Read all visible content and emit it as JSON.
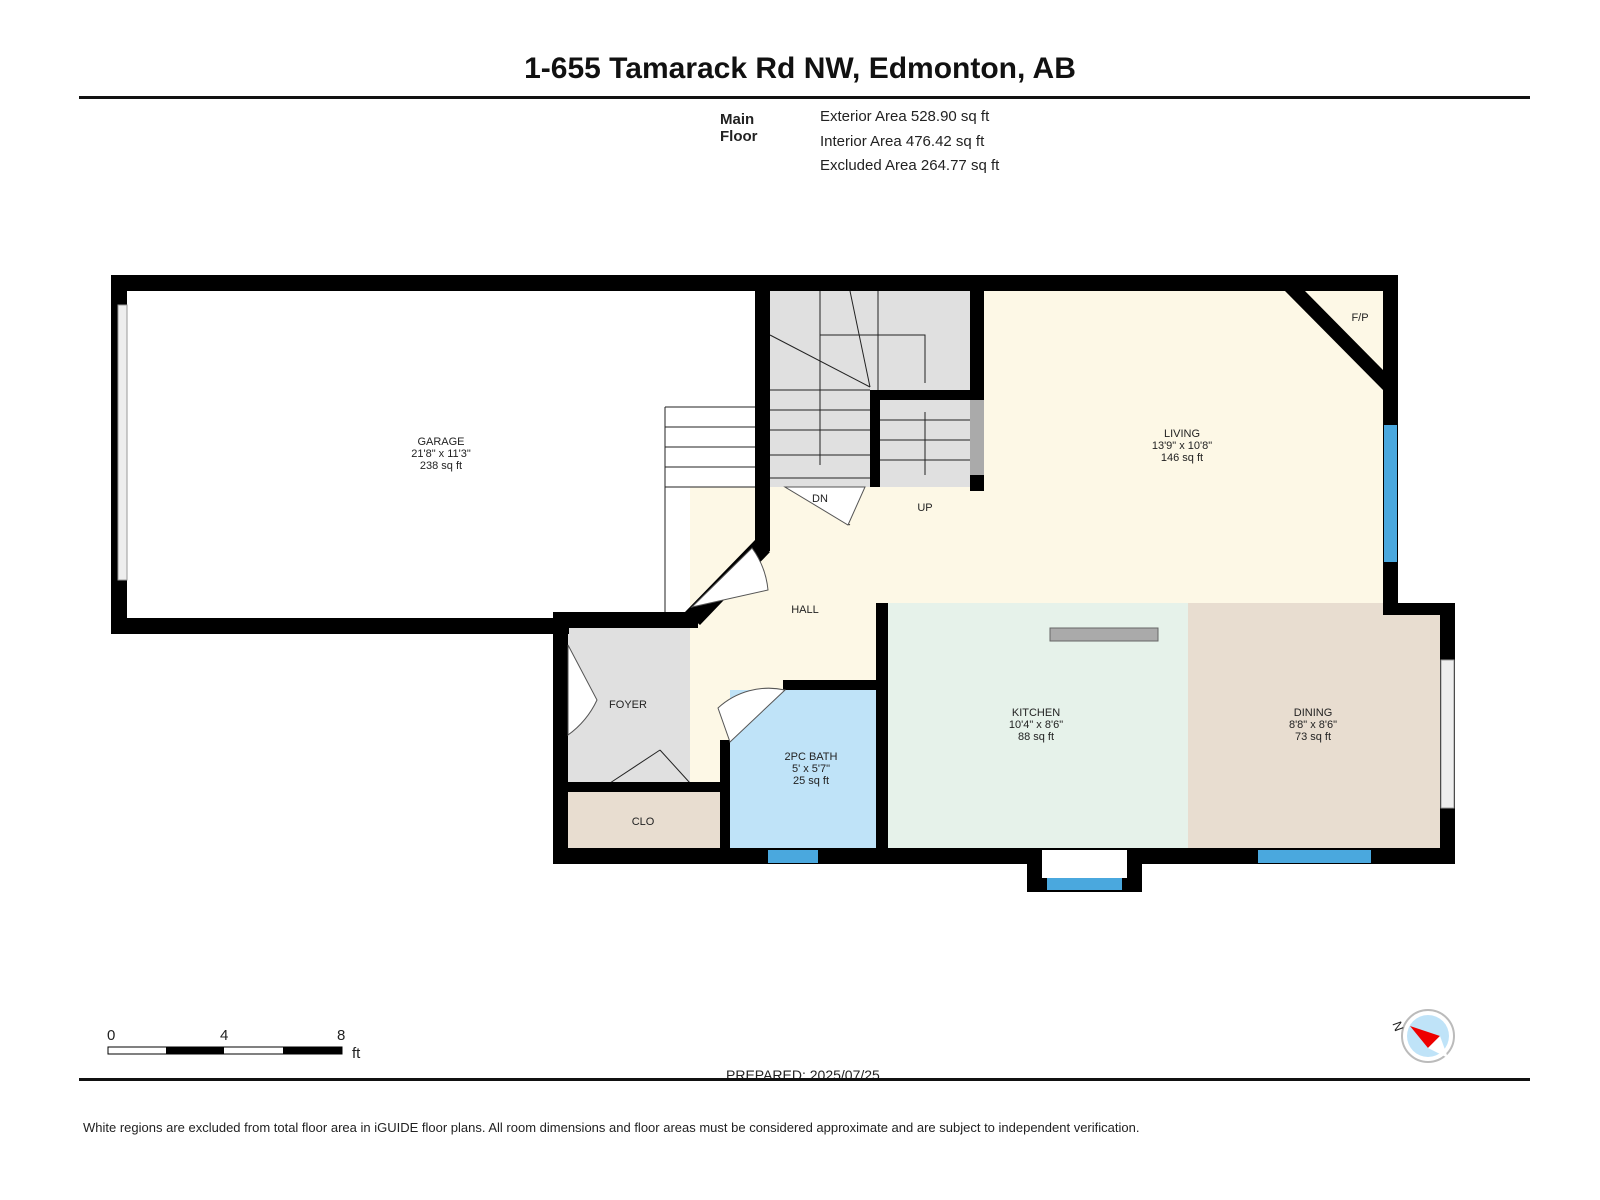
{
  "title": "1-655 Tamarack Rd NW, Edmonton, AB",
  "floor": {
    "label": "Main Floor",
    "exterior": "Exterior Area 528.90 sq ft",
    "interior": "Interior Area 476.42 sq ft",
    "excluded": "Excluded Area 264.77 sq ft"
  },
  "rooms": {
    "garage": {
      "name": "GARAGE",
      "dims": "21'8\" x 11'3\"",
      "area": "238 sq ft"
    },
    "living": {
      "name": "LIVING",
      "dims": "13'9\" x 10'8\"",
      "area": "146 sq ft"
    },
    "kitchen": {
      "name": "KITCHEN",
      "dims": "10'4\" x 8'6\"",
      "area": "88 sq ft"
    },
    "dining": {
      "name": "DINING",
      "dims": "8'8\" x 8'6\"",
      "area": "73 sq ft"
    },
    "bath": {
      "name": "2PC BATH",
      "dims": "5' x 5'7\"",
      "area": "25 sq ft"
    },
    "hall": "HALL",
    "foyer": "FOYER",
    "clo": "CLO",
    "fp": "F/P",
    "dn": "DN",
    "up": "UP"
  },
  "scale": {
    "t0": "0",
    "t1": "4",
    "t2": "8",
    "unit": "ft"
  },
  "compass": "N",
  "prepared": "PREPARED: 2025/07/25",
  "footer": "White regions are excluded from total floor area in iGUIDE floor plans. All room dimensions and floor areas must be considered approximate and are subject to independent verification.",
  "colors": {
    "living": "#fdf8e6",
    "kitchen": "#e6f2ea",
    "dining": "#e8ddd0",
    "bath": "#bfe3f8",
    "foyer": "#e0e0e0",
    "clo": "#e8ddd0",
    "window": "#4aa8de",
    "wall": "#000000"
  }
}
